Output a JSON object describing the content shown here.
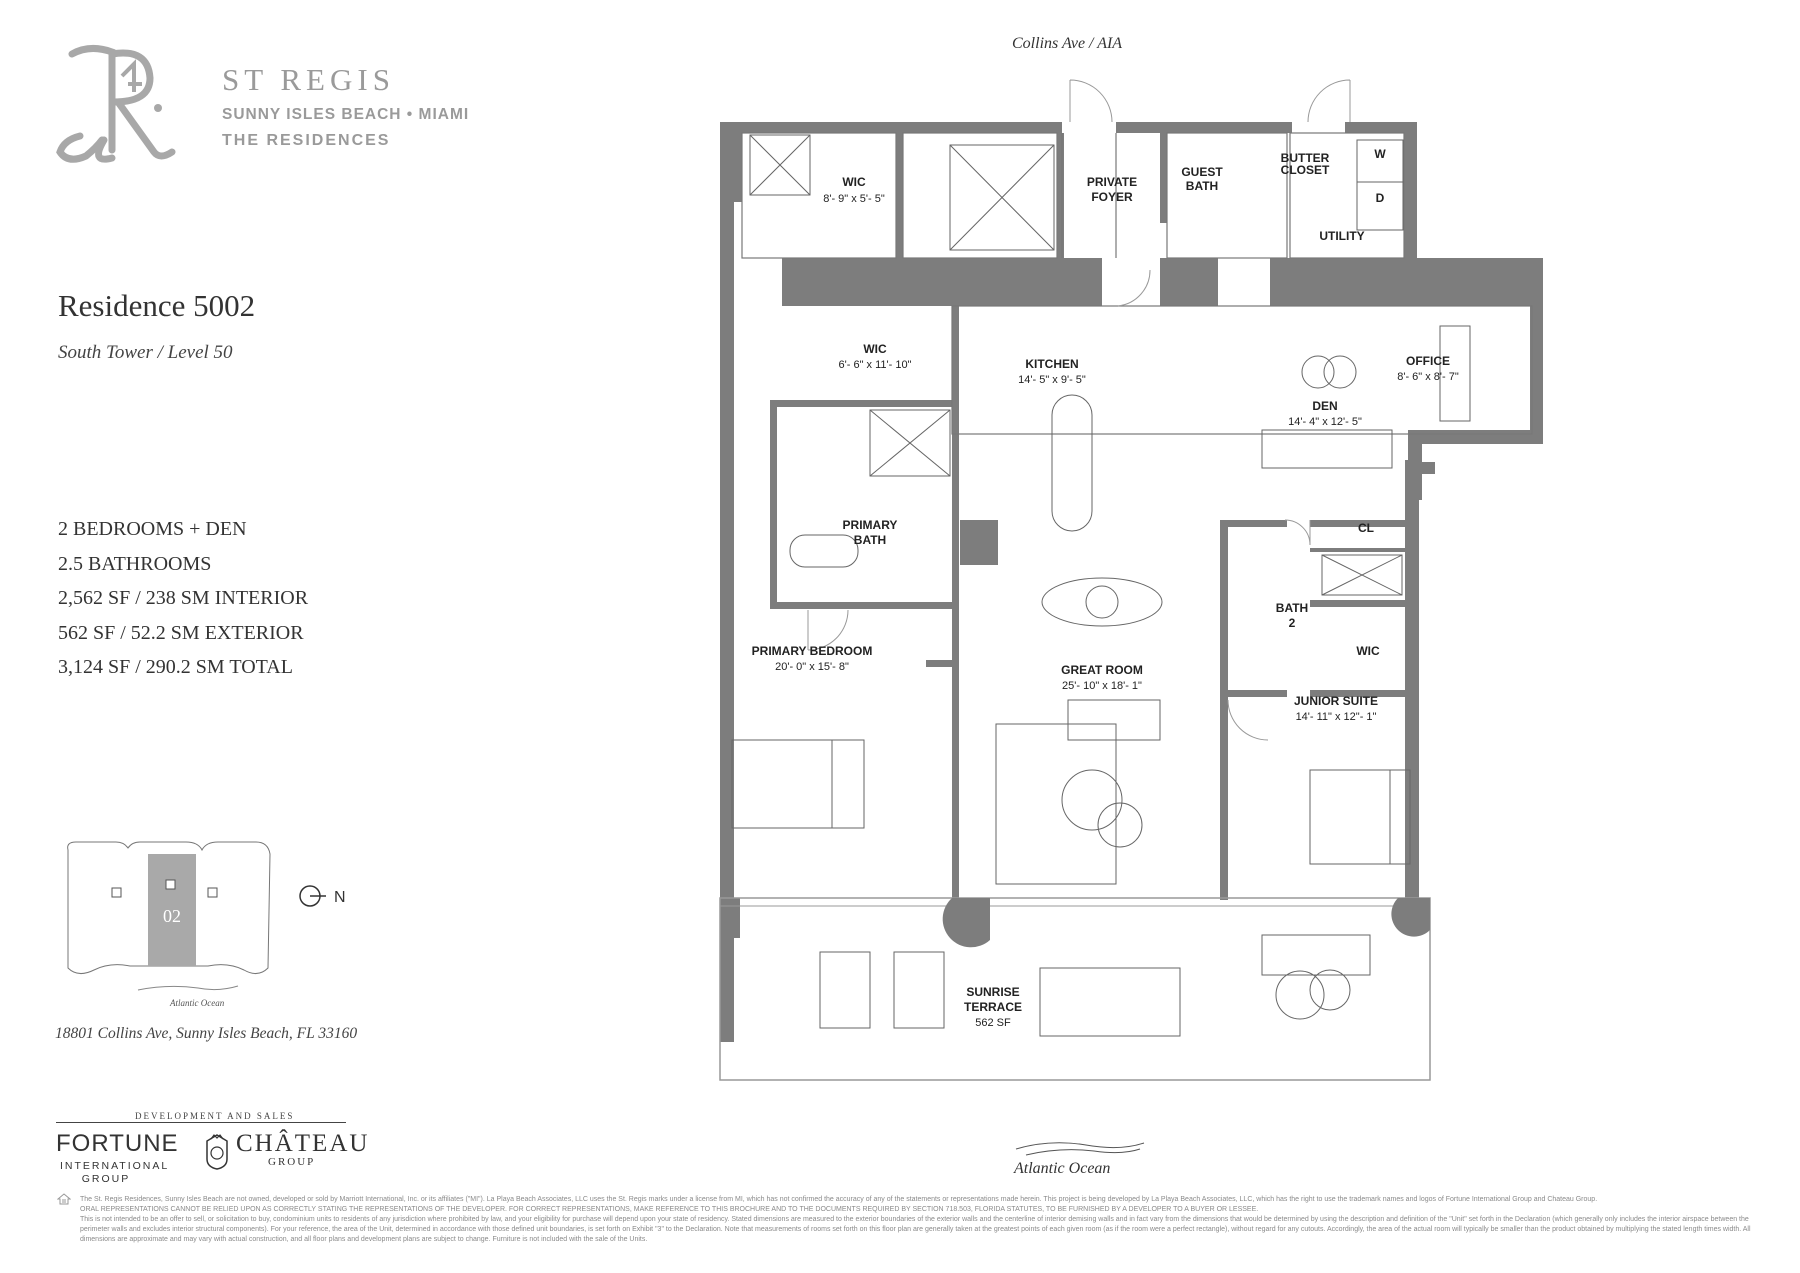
{
  "brand": {
    "name": "ST REGIS",
    "line1": "SUNNY ISLES BEACH • MIAMI",
    "line2": "THE RESIDENCES"
  },
  "residence": {
    "title": "Residence 5002",
    "subtitle": "South Tower / Level 50"
  },
  "stats": [
    "2 BEDROOMS + DEN",
    "2.5 BATHROOMS",
    "2,562 SF / 238 SM INTERIOR",
    "562 SF / 52.2 SM EXTERIOR",
    "3,124 SF / 290.2 SM TOTAL"
  ],
  "keyplan": {
    "unit": "02",
    "north": "N",
    "ocean": "Atlantic Ocean"
  },
  "address": "18801 Collins Ave, Sunny Isles Beach, FL 33160",
  "developers": {
    "label": "DEVELOPMENT AND SALES",
    "fortune": "FORTUNE",
    "fortune_sub1": "INTERNATIONAL",
    "fortune_sub2": "GROUP",
    "chateau": "CHÂTEAU",
    "chateau_sub": "GROUP"
  },
  "plan": {
    "street": "Collins Ave / AIA",
    "ocean": "Atlantic Ocean",
    "rooms": {
      "wic_top_label": "WIC",
      "wic_top_dim": "8'- 9\" x 5'- 5\"",
      "private_foyer_1": "PRIVATE",
      "private_foyer_2": "FOYER",
      "guest_bath_1": "GUEST",
      "guest_bath_2": "BATH",
      "butter_closet_1": "BUTTER",
      "butter_closet_2": "CLOSET",
      "w": "W",
      "d": "D",
      "utility": "UTILITY",
      "wic_mid_label": "WIC",
      "wic_mid_dim": "6'- 6\" x 11'- 10\"",
      "kitchen_label": "KITCHEN",
      "kitchen_dim": "14'- 5\" x 9'- 5\"",
      "office_label": "OFFICE",
      "office_dim": "8'- 6\" x 8'- 7\"",
      "den_label": "DEN",
      "den_dim": "14'- 4\" x 12'- 5\"",
      "primary_bath_1": "PRIMARY",
      "primary_bath_2": "BATH",
      "cl": "CL",
      "bath2_1": "BATH",
      "bath2_2": "2",
      "wic_junior": "WIC",
      "primary_bedroom_label": "PRIMARY BEDROOM",
      "primary_bedroom_dim": "20'- 0\" x 15'- 8\"",
      "great_room_label": "GREAT ROOM",
      "great_room_dim": "25'- 10\" x 18'- 1\"",
      "junior_suite_label": "JUNIOR SUITE",
      "junior_suite_dim": "14'- 11\" x 12\"- 1\"",
      "sunrise_1": "SUNRISE",
      "sunrise_2": "TERRACE",
      "sunrise_3": "562 SF"
    }
  },
  "disclaimer": [
    "The St. Regis Residences, Sunny Isles Beach are not owned, developed or sold by Marriott International, Inc. or its affiliates (\"MI\"). La Playa Beach Associates, LLC uses the St. Regis marks under a license from MI, which has not confirmed the accuracy of any of the statements or representations made herein. This project is being developed by La Playa Beach Associates, LLC, which has the right to use the trademark names and logos of Fortune International Group and Chateau Group.",
    "ORAL REPRESENTATIONS CANNOT BE RELIED UPON AS CORRECTLY STATING THE REPRESENTATIONS OF THE DEVELOPER. FOR CORRECT REPRESENTATIONS, MAKE REFERENCE TO THIS BROCHURE AND TO THE DOCUMENTS REQUIRED BY SECTION 718.503, FLORIDA STATUTES, TO BE FURNISHED BY A DEVELOPER TO A BUYER OR LESSEE.",
    "This is not intended to be an offer to sell, or solicitation to buy, condominium units to residents of any jurisdiction where prohibited by law, and your eligibility for purchase will depend upon your state of residency. Stated dimensions are measured to the exterior boundaries of the exterior walls and the centerline of interior demising walls and in fact vary from the dimensions that would be determined by using the description and definition of the \"Unit\" set forth in the Declaration (which generally only includes the interior airspace between the perimeter walls and excludes interior structural components). For your reference, the area of the Unit, determined in accordance with those defined unit boundaries, is set forth on Exhibit \"3\" to the Declaration. Note that measurements of rooms set forth on this floor plan are generally taken at the greatest points of each given room (as if the room were a perfect rectangle), without regard for any cutouts. Accordingly, the area of the actual room will typically be smaller than the product obtained by multiplying the stated length times width. All dimensions are approximate and may vary with actual construction, and all floor plans and development plans are subject to change. Furniture is not included with the sale of the Units."
  ]
}
